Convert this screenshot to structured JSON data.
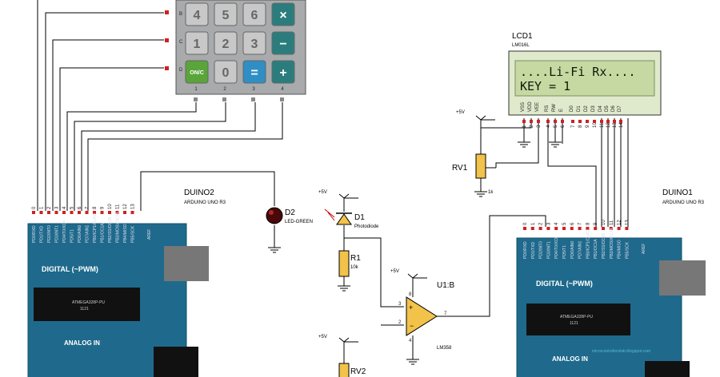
{
  "keypad": {
    "row_labels": [
      "B",
      "C",
      "D"
    ],
    "col_labels": [
      "1",
      "2",
      "3",
      "4"
    ],
    "keys": [
      {
        "label": "4",
        "kind": "num"
      },
      {
        "label": "5",
        "kind": "num"
      },
      {
        "label": "6",
        "kind": "num"
      },
      {
        "label": "×",
        "kind": "op"
      },
      {
        "label": "1",
        "kind": "num"
      },
      {
        "label": "2",
        "kind": "num"
      },
      {
        "label": "3",
        "kind": "num"
      },
      {
        "label": "−",
        "kind": "op"
      },
      {
        "label": "ON/C",
        "kind": "on"
      },
      {
        "label": "0",
        "kind": "num"
      },
      {
        "label": "=",
        "kind": "eq"
      },
      {
        "label": "+",
        "kind": "op"
      }
    ]
  },
  "lcd": {
    "ref": "LCD1",
    "model": "LM016L",
    "line1": "....Li-Fi Rx....",
    "line2": "KEY = 1",
    "pins": [
      "VSS",
      "VDD",
      "VEE",
      "RS",
      "RW",
      "E",
      "D0",
      "D1",
      "D2",
      "D3",
      "D4",
      "D5",
      "D6",
      "D7"
    ],
    "pin_numbers": [
      "1",
      "2",
      "3",
      "4",
      "5",
      "6",
      "7",
      "8",
      "9",
      "10",
      "11",
      "12",
      "13",
      "14"
    ]
  },
  "duino2": {
    "ref": "DUINO2",
    "model": "ARDUINO UNO R3",
    "digital_label": "DIGITAL (~PWM)",
    "analog_label": "ANALOG IN",
    "aref": "AREF",
    "chip": "ATMEGA328P-PU",
    "chip_sub": "1121"
  },
  "duino1": {
    "ref": "DUINO1",
    "model": "ARDUINO UNO R3",
    "digital_label": "DIGITAL (~PWM)",
    "analog_label": "ANALOG IN",
    "aref": "AREF",
    "chip": "ATMEGA328P-PU",
    "chip_sub": "1121",
    "watermark": "microcontrollerslab.blogspot.com"
  },
  "d2": {
    "ref": "D2",
    "model": "LED-GREEN"
  },
  "d1": {
    "ref": "D1",
    "model": "Photodiode"
  },
  "r1": {
    "ref": "R1",
    "value": "10k"
  },
  "rv1": {
    "ref": "RV1",
    "value": "1k"
  },
  "rv2": {
    "ref": "RV2"
  },
  "u1": {
    "ref": "U1:B",
    "model": "LM358",
    "pin_in_plus": "3",
    "pin_in_minus": "2",
    "pin_out": "7",
    "pin_v_plus": "8",
    "pin_v_minus": "4"
  },
  "supply": {
    "label": "+5V"
  },
  "arduino_pins": [
    "0",
    "1",
    "2",
    "3",
    "4",
    "5",
    "6",
    "7",
    "8",
    "9",
    "10",
    "11",
    "12",
    "13"
  ],
  "arduino_pin_names": [
    "PD0/RXD",
    "PD1/TXD",
    "PD2/INT0",
    "PD3/INT1",
    "PD4/T0/XCK",
    "PD5/T1",
    "PD6/AIN0",
    "PD7/AIN1",
    "PB0/ICP1/CLKO",
    "PB1/OC1A",
    "PB2/SS/OC1B",
    "PB3/MOSI/OC2A",
    "PB4/MISO",
    "PB5/SCK"
  ],
  "colors": {
    "board": "#1f6a8c",
    "lcd_bg": "#c6d9a2",
    "lcd_frame": "#dfe9cb",
    "key_num": "#c8c8c8",
    "key_op": "#2b7d7d",
    "key_eq": "#2f8fc4",
    "key_on": "#5aa53a",
    "keypad_body": "#a8aaac",
    "pin_red": "#cc2222",
    "pin_blue": "#2233cc"
  }
}
